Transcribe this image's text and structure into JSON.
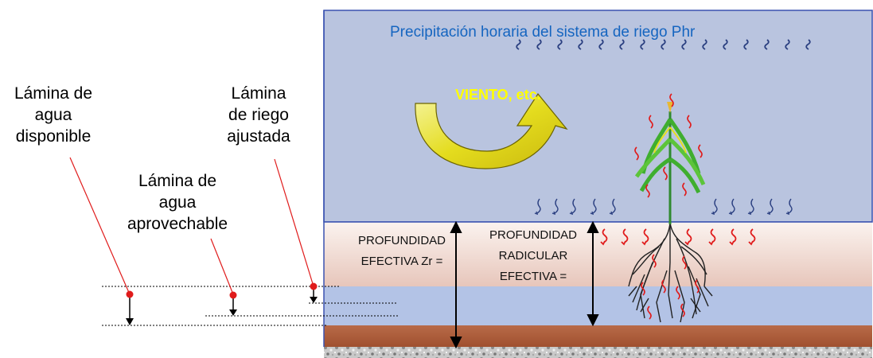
{
  "diagram": {
    "title": "Precipitación horaria del sistema de riego Phr",
    "wind_label": "VIENTO, etc.",
    "left_labels": {
      "available_water": [
        "Lámina de",
        "agua",
        "disponible"
      ],
      "usable_water": [
        "Lámina de",
        "agua",
        "aprovechable"
      ],
      "adjusted_irrigation": [
        "Lámina",
        "de riego",
        "ajustada"
      ]
    },
    "soil_labels": {
      "effective_depth": [
        "PROFUNDIDAD",
        "EFECTIVA  Zr ="
      ],
      "root_depth": [
        "PROFUNDIDAD",
        "RADICULAR",
        "EFECTIVA  ="
      ]
    },
    "colors": {
      "sky": "#b9c4df",
      "topsoil": "#f4e2dc",
      "water_layer": "#b3c3e6",
      "subsoil": "#a85a3a",
      "accent_red": "#e01b1b",
      "title_blue": "#1565c0",
      "wind_yellow": "#ffff00"
    }
  }
}
